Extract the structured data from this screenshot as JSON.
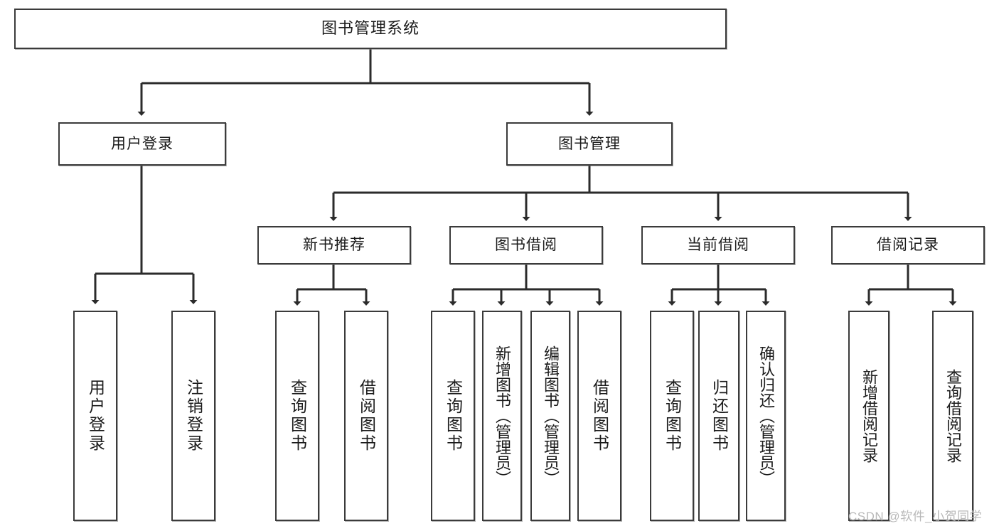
{
  "diagram": {
    "type": "tree-hierarchy",
    "title": "图书管理系统",
    "levels": 4,
    "root": {
      "label": "图书管理系统"
    },
    "level2": [
      {
        "label": "用户登录"
      },
      {
        "label": "图书管理"
      }
    ],
    "level3": [
      {
        "label": "新书推荐"
      },
      {
        "label": "图书借阅"
      },
      {
        "label": "当前借阅"
      },
      {
        "label": "借阅记录"
      }
    ],
    "leaves": {
      "user_login": [
        {
          "label": "用户登录"
        },
        {
          "label": "注销登录"
        }
      ],
      "new_book_recommend": [
        {
          "label": "查询图书"
        },
        {
          "label": "借阅图书"
        }
      ],
      "book_borrow": [
        {
          "label": "查询图书"
        },
        {
          "label": "新增图书（管理员）"
        },
        {
          "label": "编辑图书（管理员）"
        },
        {
          "label": "借阅图书"
        }
      ],
      "current_borrow": [
        {
          "label": "查询图书"
        },
        {
          "label": "归还图书"
        },
        {
          "label": "确认归还（管理员）"
        }
      ],
      "borrow_record": [
        {
          "label": "新增借阅记录"
        },
        {
          "label": "查询借阅记录"
        }
      ]
    }
  },
  "watermark": {
    "text": "CSDN @软件_小贺同学"
  },
  "colors": {
    "box_border": "#3b3b3b",
    "box_fill": "#ffffff",
    "connector": "#2b2b2b",
    "text": "#1b1b1b",
    "watermark": "#b9b9b9"
  }
}
